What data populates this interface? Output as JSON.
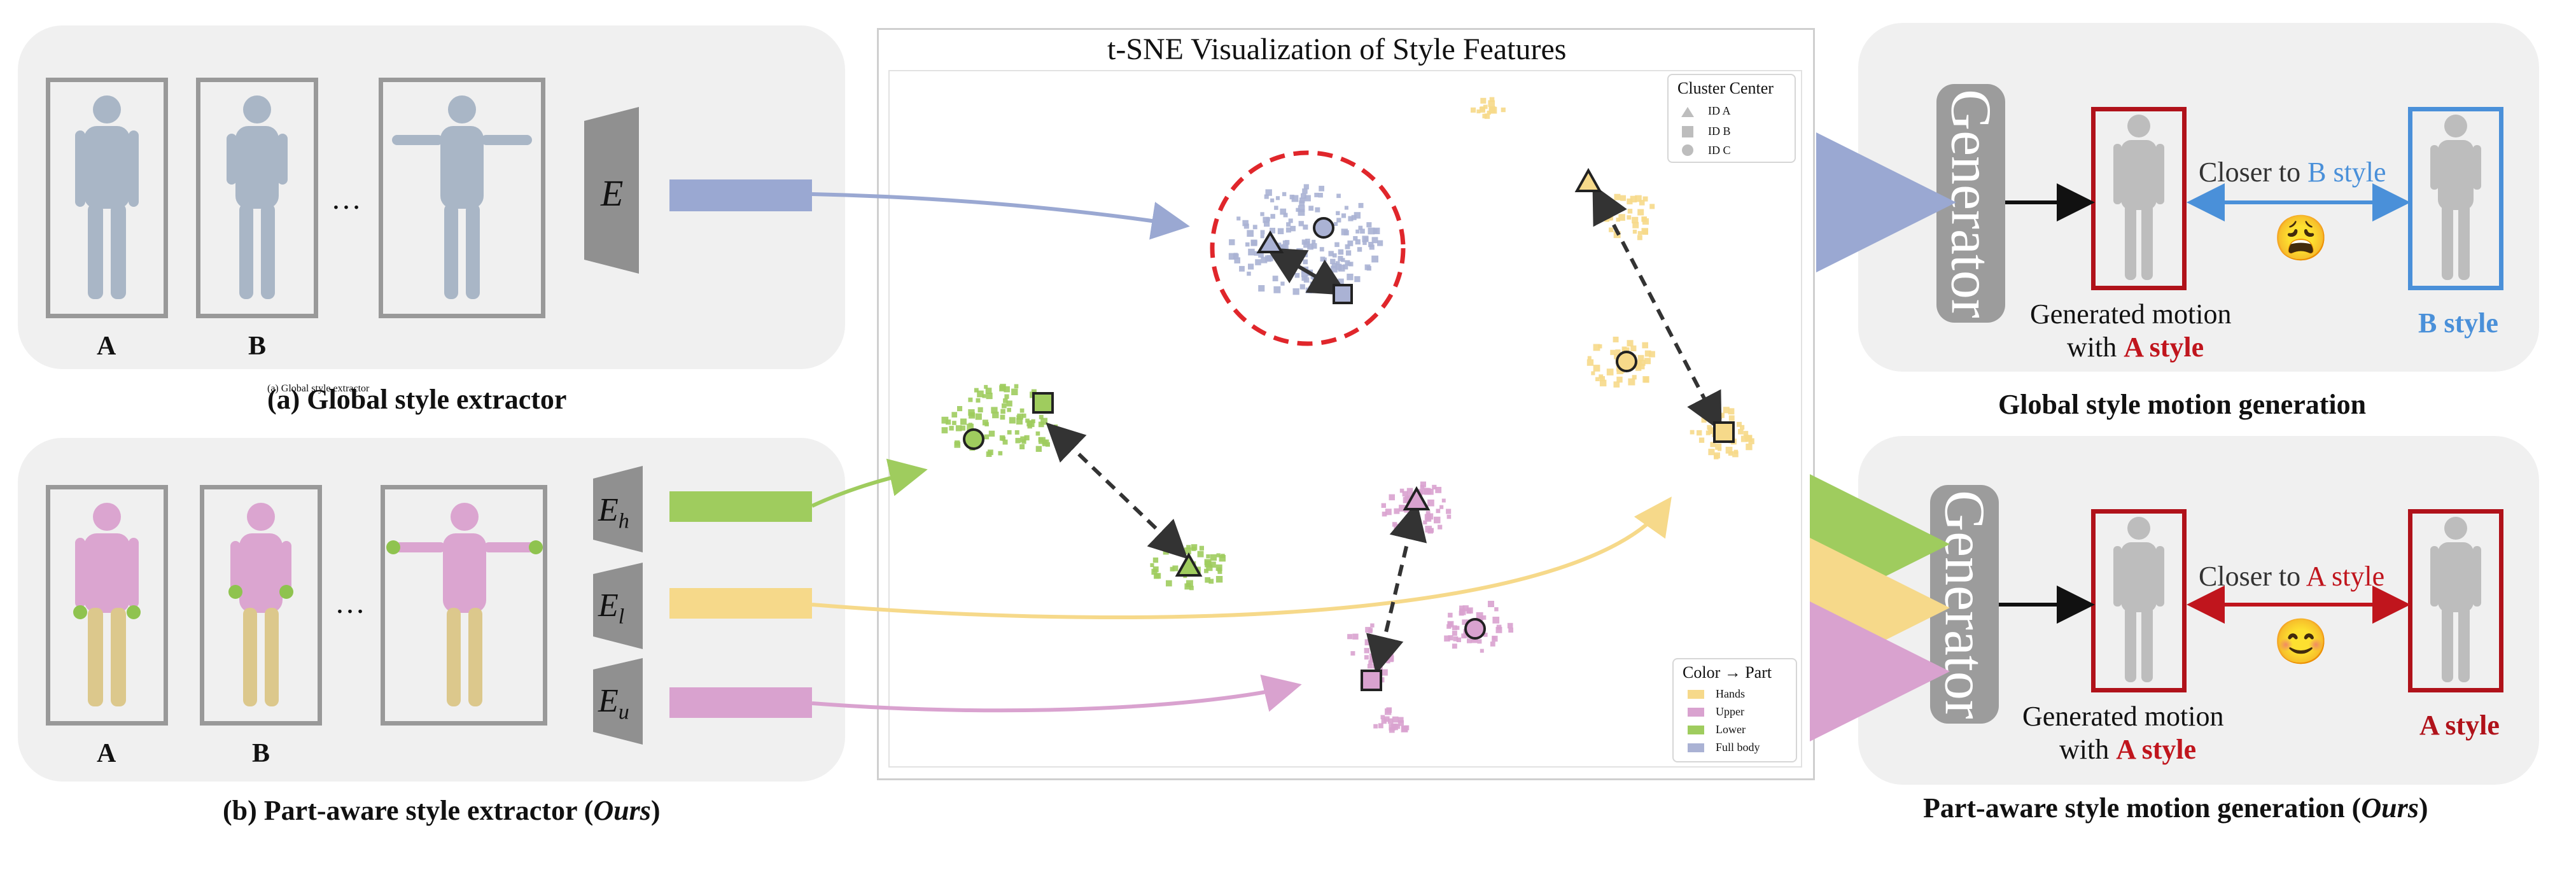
{
  "panel_a": {
    "frame_labels": [
      "A",
      "B"
    ],
    "ellipsis": "…",
    "encoder_label": "E",
    "caption": "(a) Global style extractor"
  },
  "panel_b": {
    "frame_labels": [
      "A",
      "B"
    ],
    "ellipsis": "…",
    "encoders": [
      {
        "base": "E",
        "sub": "h"
      },
      {
        "base": "E",
        "sub": "l"
      },
      {
        "base": "E",
        "sub": "u"
      }
    ],
    "caption_prefix": "(b) Part-aware style extractor (",
    "caption_italic": "Ours",
    "caption_suffix": ")"
  },
  "tsne": {
    "title": "t-SNE Visualization of Style Features",
    "legend_shape": {
      "title": "Cluster Center",
      "items": [
        {
          "label": "ID A",
          "shape": "triangle"
        },
        {
          "label": "ID B",
          "shape": "square"
        },
        {
          "label": "ID C",
          "shape": "circle"
        }
      ]
    },
    "legend_color": {
      "title": "Color → Part",
      "items": [
        {
          "label": "Hands",
          "color": "#f6d98a"
        },
        {
          "label": "Upper",
          "color": "#d9a2cf"
        },
        {
          "label": "Lower",
          "color": "#9fcc5e"
        },
        {
          "label": "Full body",
          "color": "#aab2d4"
        }
      ]
    }
  },
  "global_gen": {
    "generator_label": "Generator",
    "closer_prefix": "Closer to ",
    "closer_highlight": "B style",
    "gen_motion_line1": "Generated motion",
    "gen_motion_line2_prefix": "with ",
    "gen_motion_line2_highlight": "A style",
    "ref_label": "B style",
    "emoji": "😩",
    "caption": "Global style motion generation"
  },
  "part_gen": {
    "generator_label": "Generator",
    "closer_prefix": "Closer to ",
    "closer_highlight": "A style",
    "gen_motion_line1": "Generated motion",
    "gen_motion_line2_prefix": "with ",
    "gen_motion_line2_highlight": "A style",
    "ref_label": "A style",
    "emoji": "😊",
    "caption_prefix": "Part-aware style motion generation (",
    "caption_italic": "Ours",
    "caption_suffix": ")"
  },
  "colors": {
    "global_feature": "#9aa8d2",
    "hands_feature": "#f6d98a",
    "upper_feature": "#d9a2cf",
    "lower_feature": "#9fcc5e",
    "accent_red": "#c0151d",
    "accent_blue": "#4a90d9",
    "dashed_circle": "#e0262b"
  }
}
